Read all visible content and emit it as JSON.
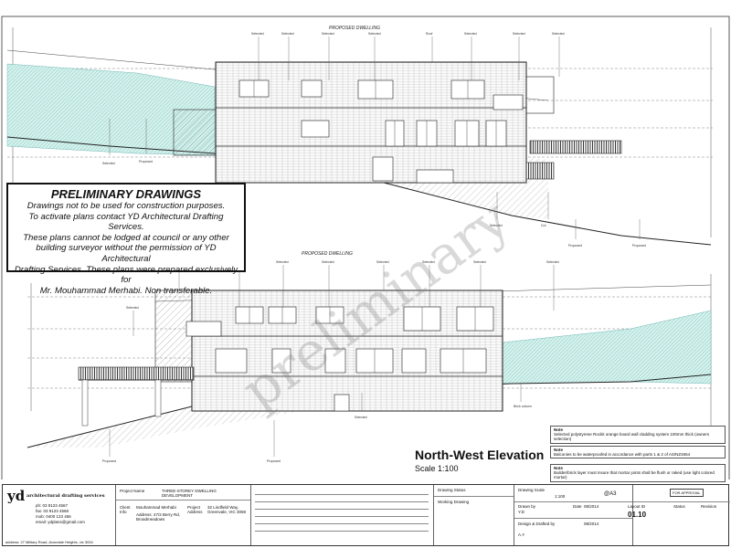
{
  "captions": {
    "upper": "PROPOSED DWELLING",
    "lower": "PROPOSED DWELLING"
  },
  "preliminary": {
    "heading": "PRELIMINARY DRAWINGS",
    "lines": [
      "Drawings not to be used for construction purposes.",
      "To activate plans contact YD Architectural Drafting Services.",
      "These plans cannot be lodged at council or any other",
      "building surveyor without the permission of YD Architectural",
      "Drafting Services. These plans were prepared exclusively for",
      "Mr. Mouhammad Merhabi. Non transferable."
    ]
  },
  "watermark": "preliminary",
  "elevation": {
    "title": "North-West Elevation",
    "scale": "Scale 1:100"
  },
  "notes": [
    {
      "label": "Note",
      "text": "Selected polystyrene Rockit orange board wall cladding system 100mm thick (owners selection)"
    },
    {
      "label": "Note",
      "text": "Balconies to be waterproofed in accordance with parts 1 & 2 of AS/NZ4654"
    },
    {
      "label": "Note",
      "text": "Builder/brick layer must insure that mortar joints shall be flush or raked (use light colored mortar)"
    }
  ],
  "titleblock": {
    "logo": "yd",
    "company": "architectural drafting services",
    "contacts": [
      "ph: 03 9123 4567",
      "fax: 03 9123 4568",
      "mob: 0400 123 456",
      "email: ydplans@gmail.com"
    ],
    "address": "address: 27 Military Road, Avondale Heights, vic 3034",
    "client_label": "Client Info",
    "client_name": "Mouhammad Merhabi",
    "client_address": "Address: 47/2 Berry Rd, Broadmeadows",
    "project_name_label": "Project Name",
    "project_name": "THREE-STOREY DWELLING DEVELOPMENT",
    "project_label": "Project Address",
    "project_address": "32 Lindfield Way, Greenvale, VIC 3059",
    "drawing_status_label": "Drawing Status",
    "drawing_status": "Working Drawing",
    "drawing_scale_label": "Drawing Scale",
    "drawing_scale": "1:100",
    "paper": "@A3",
    "drawn_label": "Drawn by",
    "drawn": "Y.D",
    "design_label": "Design & Drafted by",
    "design": "A.Y",
    "date1_label": "Date",
    "date1": "08/2014",
    "date2": "08/2014",
    "layout_label": "Layout ID",
    "layout": "01.10",
    "status_label": "Status",
    "revision_label": "Revision",
    "stamp": "FOR APPROVAL"
  }
}
